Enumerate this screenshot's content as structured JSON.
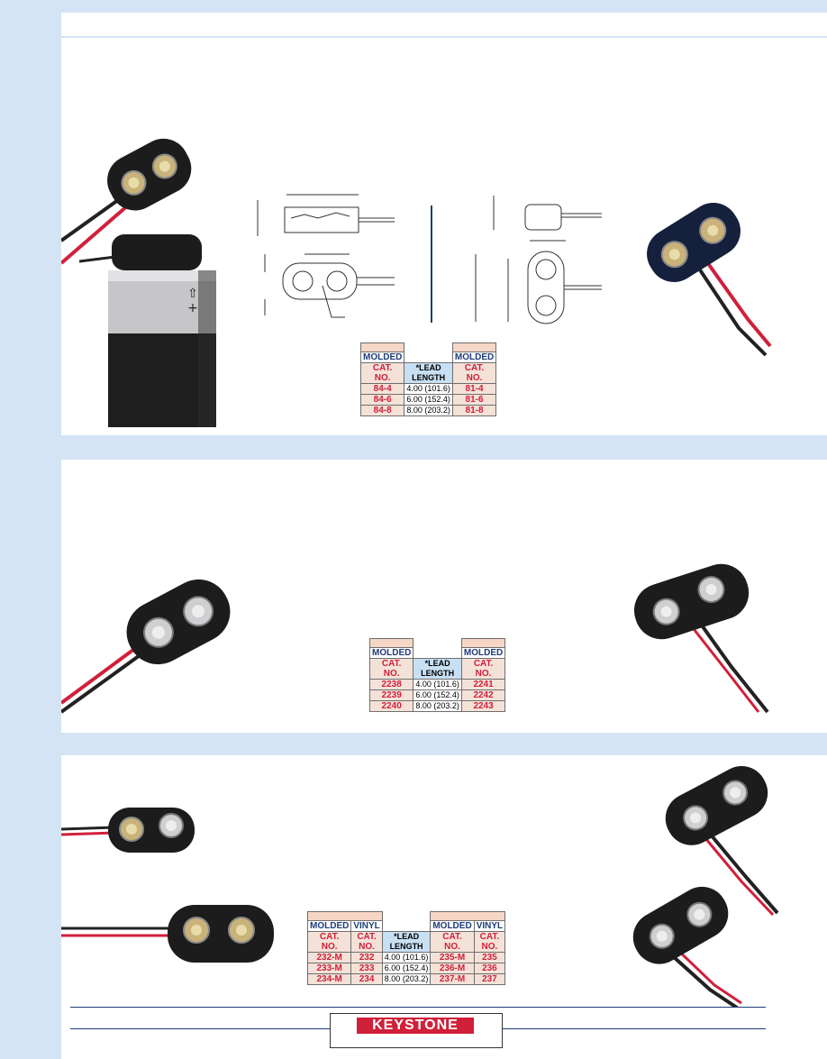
{
  "colors": {
    "page_band": "#d4e4f4",
    "header_band": "#f6d6c6",
    "cat_cell": "#f4e2d8",
    "lead_cell": "#c8e0f4",
    "part_red": "#d0203a",
    "navy": "#1e3c78"
  },
  "sections": [
    {
      "spec_table": {
        "left_material": "MOLDED",
        "right_material": "MOLDED",
        "left_cat": [
          "CAT.",
          "NO."
        ],
        "right_cat": [
          "CAT.",
          "NO."
        ],
        "lead_header": [
          "*LEAD",
          "LENGTH"
        ],
        "rows": [
          {
            "left": "84-4",
            "lead": "4.00  (101.6)",
            "right": "81-4"
          },
          {
            "left": "84-6",
            "lead": "6.00  (152.4)",
            "right": "81-6"
          },
          {
            "left": "84-8",
            "lead": "8.00  (203.2)",
            "right": "81-8"
          }
        ]
      }
    },
    {
      "spec_table": {
        "left_material": "MOLDED",
        "right_material": "MOLDED",
        "left_cat": [
          "CAT.",
          "NO."
        ],
        "right_cat": [
          "CAT.",
          "NO."
        ],
        "lead_header": [
          "*LEAD",
          "LENGTH"
        ],
        "rows": [
          {
            "left": "2238",
            "lead": "4.00  (101.6)",
            "right": "2241"
          },
          {
            "left": "2239",
            "lead": "6.00  (152.4)",
            "right": "2242"
          },
          {
            "left": "2240",
            "lead": "8.00  (203.2)",
            "right": "2243"
          }
        ]
      }
    },
    {
      "spec_table": {
        "left_materials": [
          "MOLDED",
          "VINYL"
        ],
        "right_materials": [
          "MOLDED",
          "VINYL"
        ],
        "cat": [
          "CAT.",
          "NO."
        ],
        "lead_header": [
          "*LEAD",
          "LENGTH"
        ],
        "rows": [
          {
            "l1": "232-M",
            "l2": "232",
            "lead": "4.00  (101.6)",
            "r1": "235-M",
            "r2": "235"
          },
          {
            "l1": "233-M",
            "l2": "233",
            "lead": "6.00  (152.4)",
            "r1": "236-M",
            "r2": "236"
          },
          {
            "l1": "234-M",
            "l2": "234",
            "lead": "8.00  (203.2)",
            "r1": "237-M",
            "r2": "237"
          }
        ]
      }
    }
  ],
  "footer": {
    "logo_text": "KEYSTONE"
  },
  "icons": {
    "snap_photo": "battery-snap-photo",
    "battery_photo": "9v-battery-photo",
    "drawing": "dimension-drawing"
  }
}
